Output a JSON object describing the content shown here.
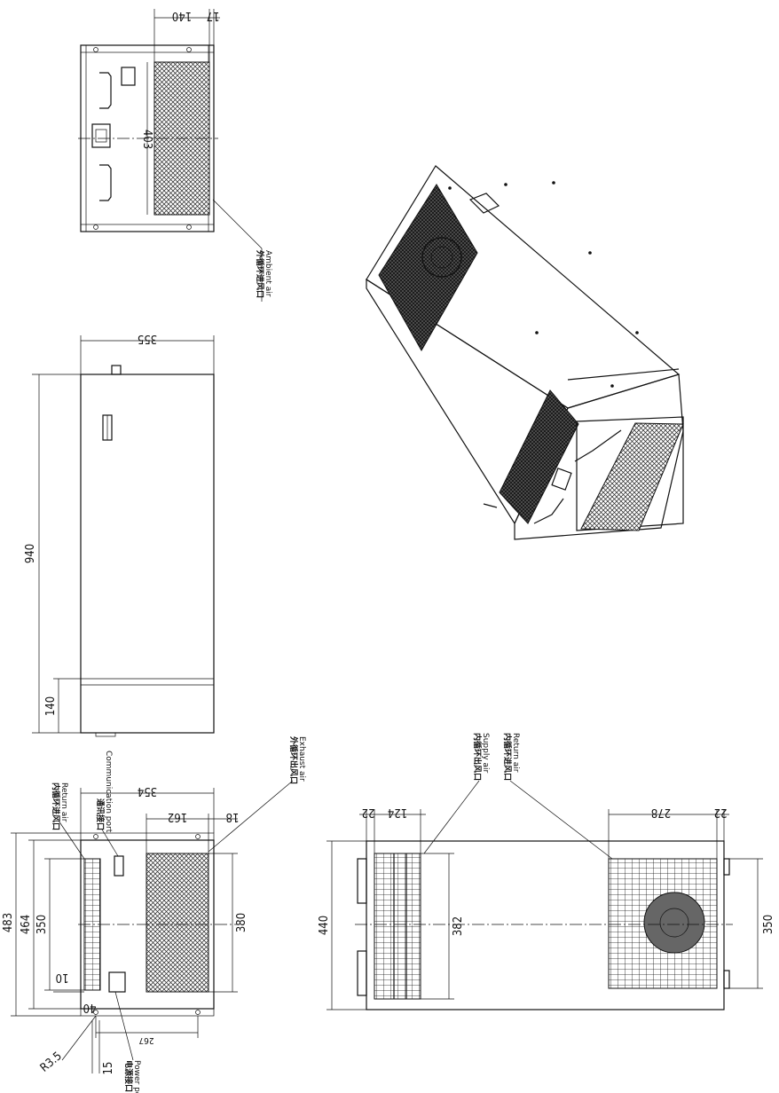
{
  "dimensions": {
    "top_140": "140",
    "top_17": "17",
    "top_403": "403",
    "side_355": "355",
    "side_940": "940",
    "side_140": "140",
    "front_354": "354",
    "front_162": "162",
    "front_18": "18",
    "front_483": "483",
    "front_464": "464",
    "front_350": "350",
    "front_10": "10",
    "front_40": "40",
    "front_380": "380",
    "front_267": "267",
    "front_R35": "R3.5",
    "front_15": "15",
    "back_22a": "22",
    "back_124": "124",
    "back_278": "278",
    "back_22b": "22",
    "back_440": "440",
    "back_382": "382",
    "back_350": "350"
  },
  "labels": {
    "ambient_cn": "外循环进风口",
    "ambient_en": "Ambient air",
    "return_cn": "内循环进风口",
    "return_en": "Return air",
    "comm_cn": "通讯接口",
    "comm_en": "Communication port",
    "exhaust_cn": "外循环出风口",
    "exhaust_en": "Exhaust air",
    "power_cn": "电源接口",
    "power_en": "Power port",
    "supply_cn": "内循环出风口",
    "supply_en": "Supply air",
    "return2_cn": "内循环进风口",
    "return2_en": "Return air"
  }
}
